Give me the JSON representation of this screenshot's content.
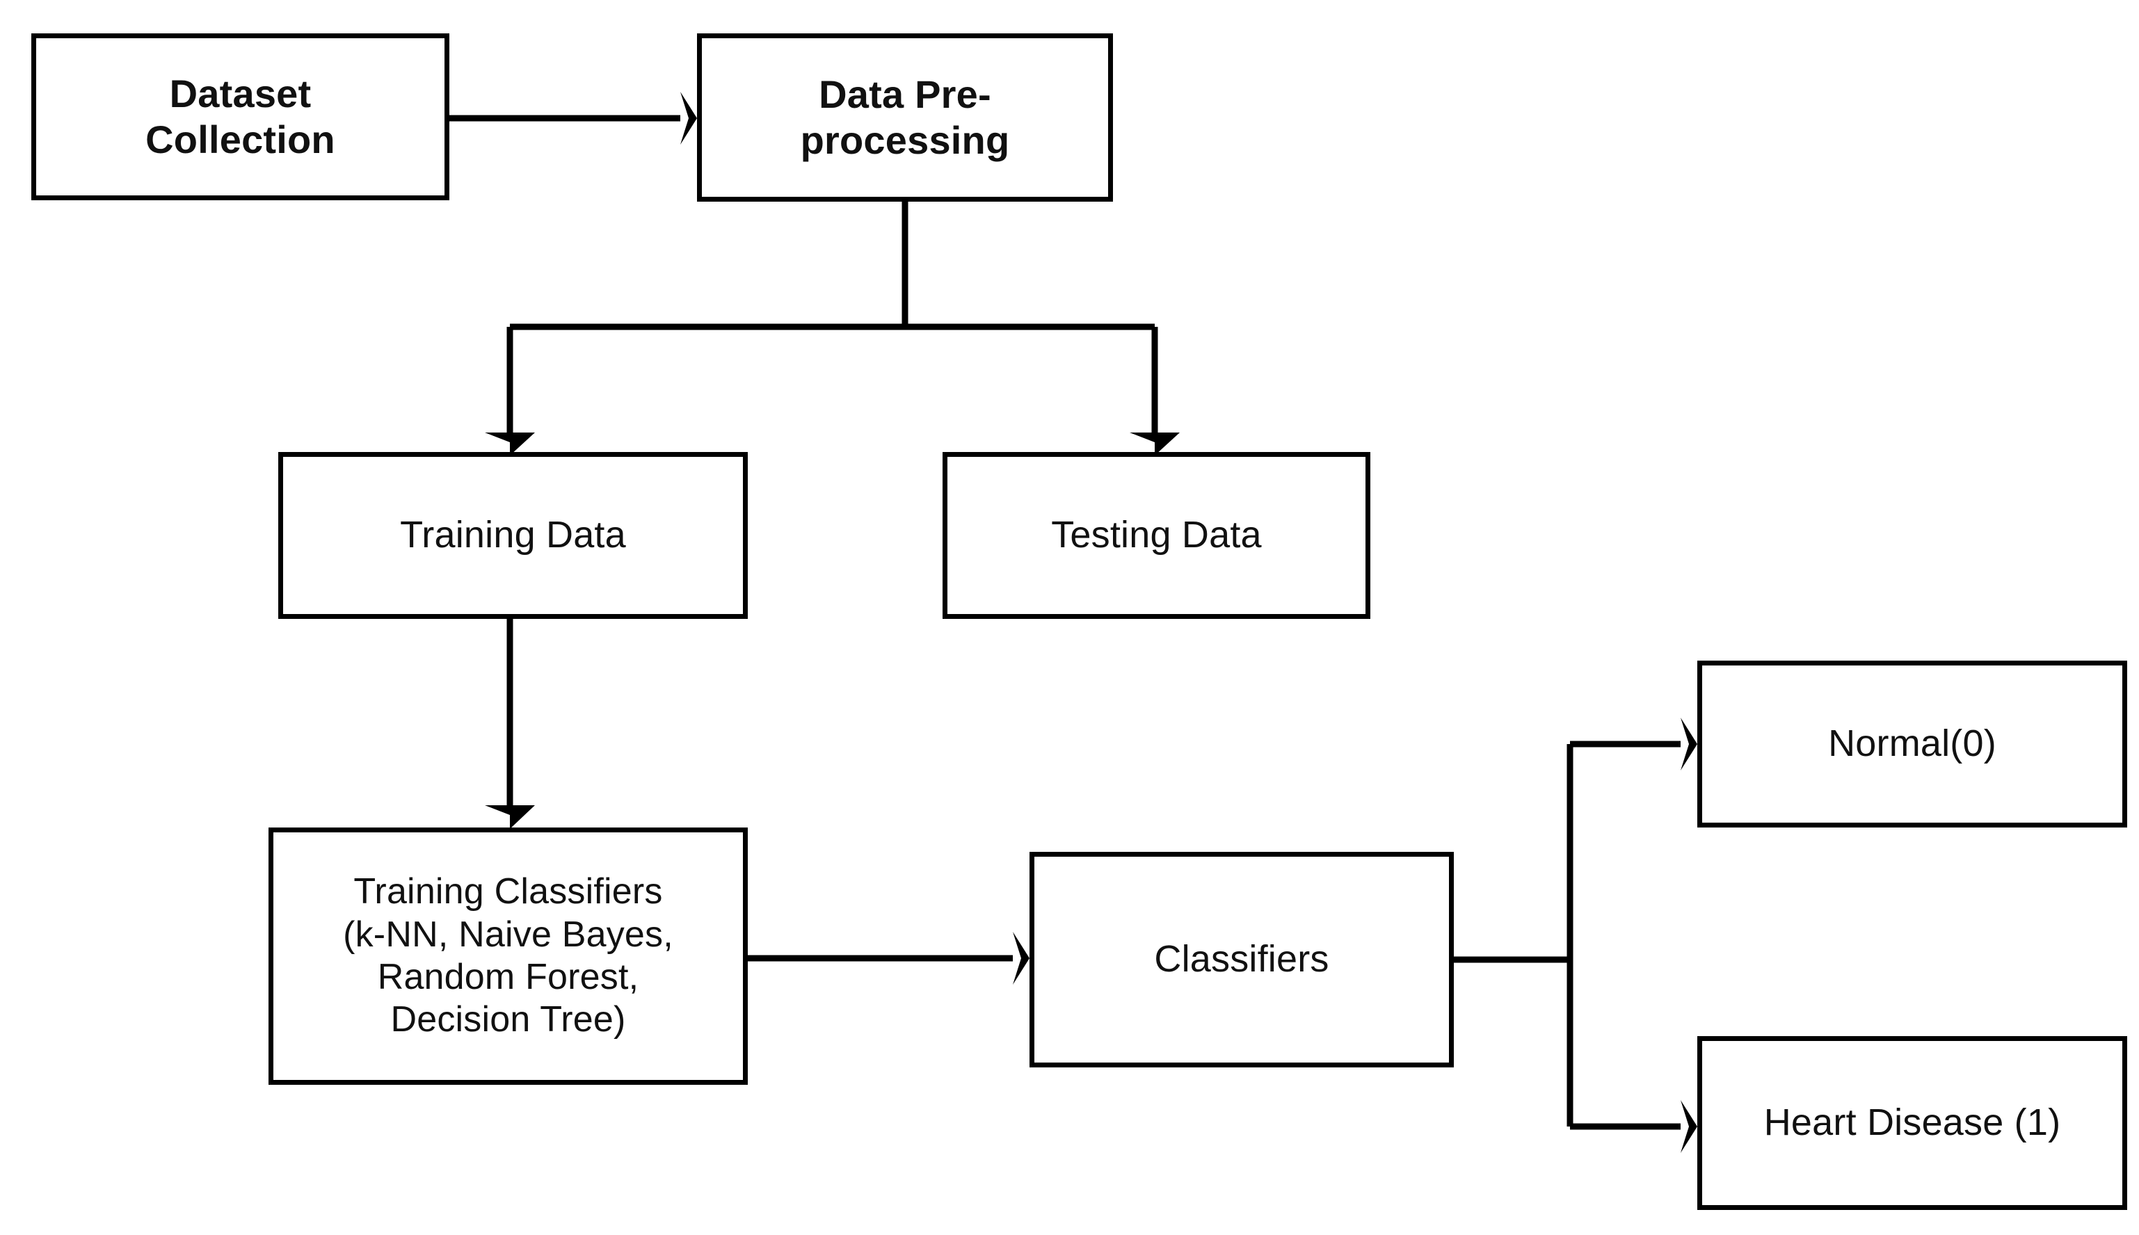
{
  "diagram": {
    "title": "Heart Disease Classification Pipeline Flowchart",
    "type": "flowchart",
    "background_color": "#ffffff",
    "stroke_color": "#000000",
    "text_color": "#111111"
  },
  "nodes": [
    {
      "id": "dataset-collection",
      "label": "Dataset\nCollection",
      "shape": "rectangle",
      "bold": true
    },
    {
      "id": "data-preprocessing",
      "label": "Data Pre-\nprocessing",
      "shape": "rectangle",
      "bold": true
    },
    {
      "id": "training-data",
      "label": "Training Data",
      "shape": "rectangle",
      "bold": false
    },
    {
      "id": "testing-data",
      "label": "Testing Data",
      "shape": "rectangle",
      "bold": false
    },
    {
      "id": "training-classifiers",
      "label": "Training Classifiers\n(k-NN, Naive Bayes,\nRandom Forest,\nDecision Tree)",
      "shape": "rectangle",
      "bold": false
    },
    {
      "id": "classifiers",
      "label": "Classifiers",
      "shape": "rectangle",
      "bold": false
    },
    {
      "id": "normal",
      "label": "Normal(0)",
      "shape": "rectangle",
      "bold": false
    },
    {
      "id": "heart-disease",
      "label": "Heart Disease (1)",
      "shape": "rectangle",
      "bold": false
    }
  ],
  "edges": [
    {
      "id": "dataset-to-preprocessing",
      "from": "dataset-collection",
      "to": "data-preprocessing",
      "arrow": true
    },
    {
      "id": "preprocessing-to-training-data",
      "from": "data-preprocessing",
      "to": "training-data",
      "arrow": true
    },
    {
      "id": "preprocessing-to-testing-data",
      "from": "data-preprocessing",
      "to": "testing-data",
      "arrow": true
    },
    {
      "id": "training-data-to-training-classifiers",
      "from": "training-data",
      "to": "training-classifiers",
      "arrow": true
    },
    {
      "id": "training-classifiers-to-classifiers",
      "from": "training-classifiers",
      "to": "classifiers",
      "arrow": true
    },
    {
      "id": "classifiers-to-normal",
      "from": "classifiers",
      "to": "normal",
      "arrow": true
    },
    {
      "id": "classifiers-to-heart-disease",
      "from": "classifiers",
      "to": "heart-disease",
      "arrow": true
    }
  ]
}
